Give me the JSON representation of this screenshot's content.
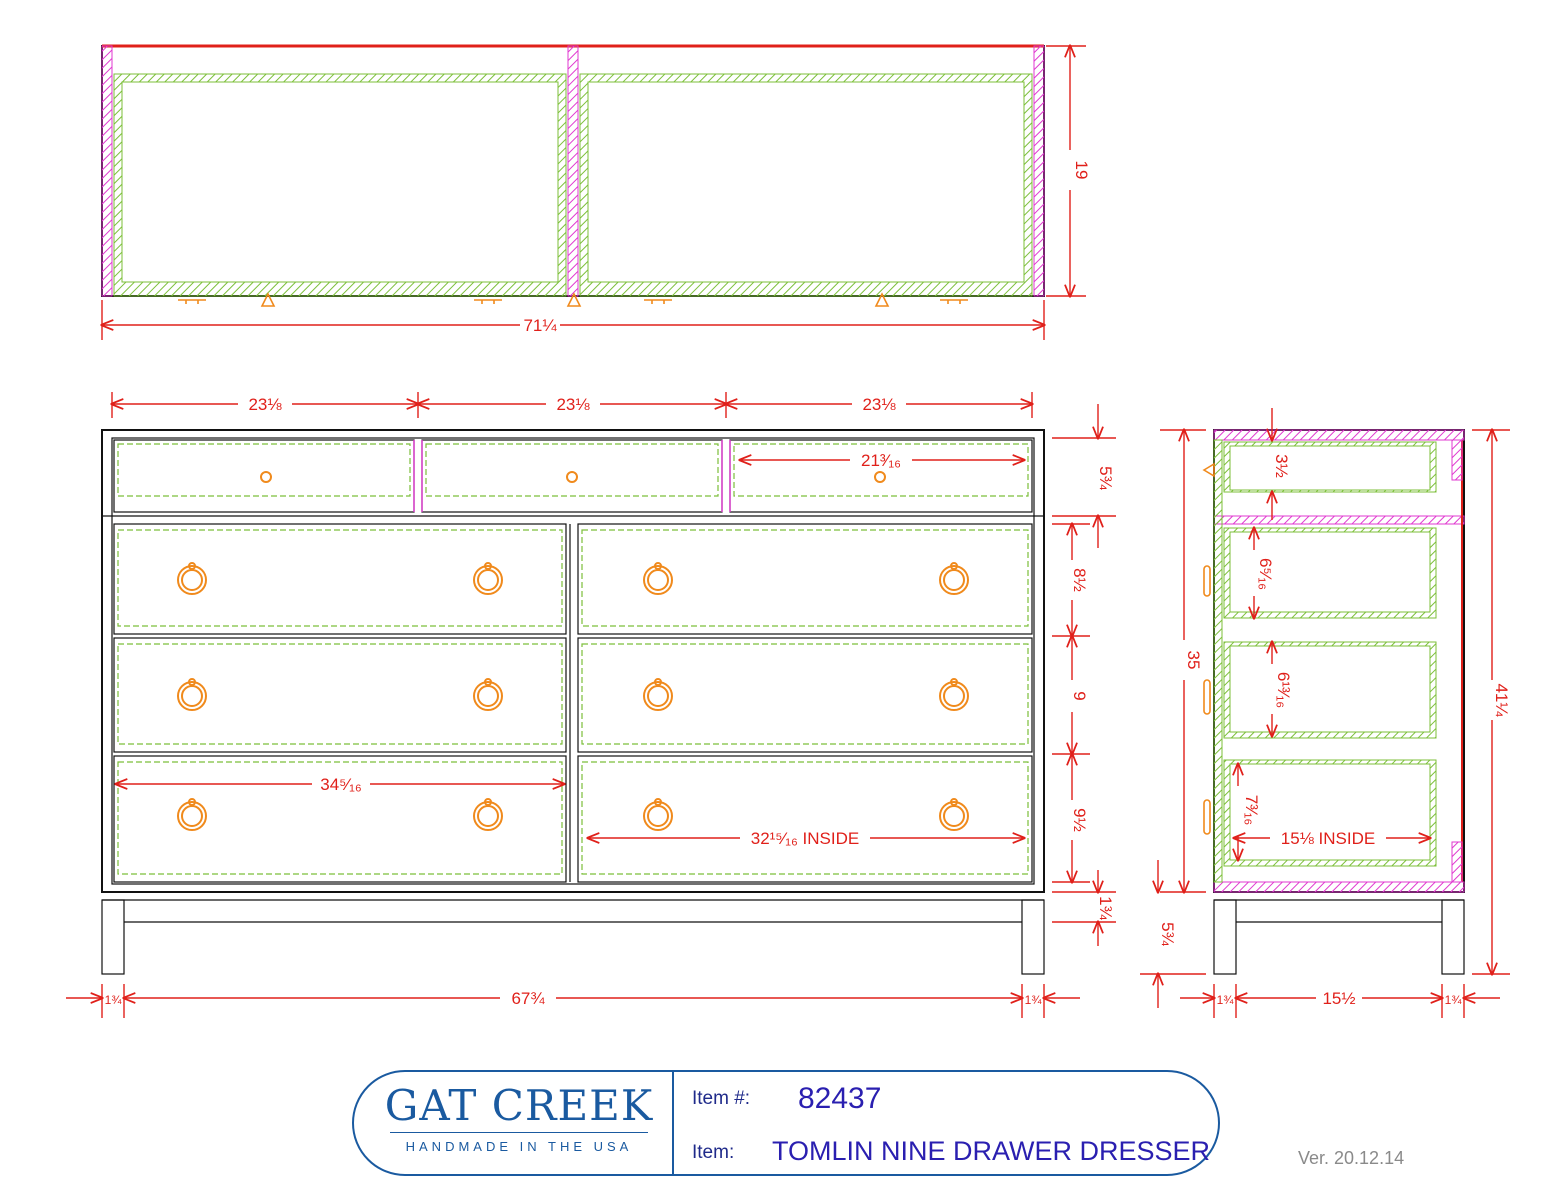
{
  "top_view": {
    "width_label": "71¼",
    "depth_label": "19"
  },
  "front_view": {
    "column_labels": [
      "23⅛",
      "23⅛",
      "23⅛"
    ],
    "top_drawer_inside": "21³⁄₁₆",
    "top_row_height": "5¾",
    "row2_height": "8½",
    "row3_height": "9",
    "row4_height": "9½",
    "rail_height": "1¾",
    "bottom_drawer_width": "34⁵⁄₁₆",
    "bottom_drawer_inside": "32¹⁵⁄₁₆ INSIDE",
    "leg_left": "1¾",
    "overall_width": "67¾",
    "leg_right": "1¾"
  },
  "side_view": {
    "case_height": "35",
    "overall_height": "41¼",
    "drawer1": "3½",
    "drawer2": "6⁵⁄₁₆",
    "drawer3": "6¹³⁄₁₆",
    "drawer4": "7³⁄₁₆",
    "inside_depth": "15⅛ INSIDE",
    "base_height": "5¾",
    "leg_left": "1¾",
    "depth": "15½",
    "leg_right": "1¾"
  },
  "title_block": {
    "brand": "GAT CREEK",
    "tagline": "HANDMADE IN THE USA",
    "item_number_label": "Item #:",
    "item_number": "82437",
    "item_label": "Item:",
    "item_name": "TOMLIN NINE DRAWER DRESSER"
  },
  "version": "Ver. 20.12.14",
  "colors": {
    "dimension": "#e0201a",
    "drawer_box": "#7cbf3a",
    "case_panel": "#e03ad0",
    "hardware": "#f08a1c",
    "title_block": "#1a5aa0"
  }
}
